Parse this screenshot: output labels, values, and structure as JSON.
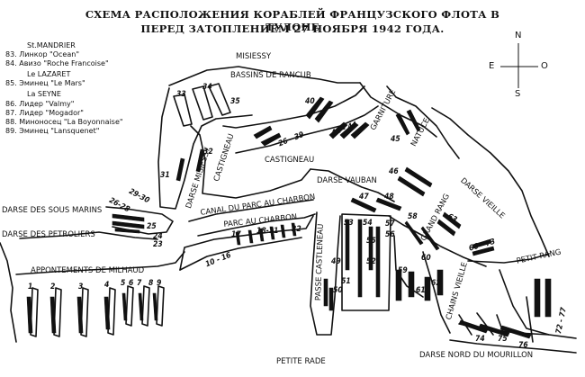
{
  "title": {
    "line1": "СХЕМА РАСПОЛОЖЕНИЯ КОРАБЛЕЙ ФРАНЦУЗСКОГО ФЛОТА В ТУЛОНЕ",
    "line2": "ПЕРЕД ЗАТОПЛЕНИЕМ 27 НОЯБРЯ 1942 ГОДА."
  },
  "legend": {
    "groups": [
      {
        "header": "St.MANDRIER",
        "items": [
          "83. Линкор \"Ocean\"",
          "84. Авизо \"Roche Francoise\""
        ]
      },
      {
        "header": "Le LAZARET",
        "items": [
          "85. Эминец \"Le Mars\""
        ]
      },
      {
        "header": "La SEYNE",
        "items": [
          "86. Лидер \"Valmy\"",
          "87. Лидер \"Mogador\"",
          "88. Миноносец \"La Boyonnaise\"",
          "89. Эминец \"Lansquenet\""
        ]
      }
    ]
  },
  "compass": {
    "north": "N",
    "south": "S",
    "east": "E",
    "west": "O"
  },
  "places": {
    "misiessy": "MISIESSY",
    "bassins": "BASSINS DE RANCUB",
    "garniture": "GARNITURE",
    "natuce": "NATUCE",
    "castigneau_v": "CASTIGNEAU",
    "castigneau_h": "CASTIGNEAU",
    "darse_misiessy": "DARSE MISIESSY",
    "darse_vauban": "DARSE VAUBAN",
    "darse_vieille": "DARSE VIEILLE",
    "sous_marins": "DARSE DES SOUS MARINS",
    "petroliers": "DARSE DES PETROLIERS",
    "canal": "CANAL DU PARC AU CHARBON",
    "parc": "PARC AU CHARBON",
    "grand_rang": "GRAND RANG",
    "petit_rang": "PETIT RANG",
    "milhaud": "APPONTEMENTS DE MILHAUD",
    "castleneau": "PASSE CASTLENEAU",
    "chains": "CHAINS VIEILLE",
    "petite_rade": "PETITE RADE",
    "mourillon": "DARSE NORD DU MOURILLON"
  },
  "ship_numbers": {
    "n33": "33",
    "n34": "34",
    "n35": "35",
    "n31": "31",
    "n32": "32",
    "n40": "40",
    "n26_39": "26 - 39",
    "n41_44": "41 - 44",
    "n45": "45",
    "n46": "46",
    "n26_28": "26-28",
    "n29_30": "29-30",
    "n25": "25",
    "n24": "24",
    "n23": "23",
    "n47": "47",
    "n48": "48",
    "n17": "17",
    "n18_21": "18-21",
    "n22": "22",
    "n10_16": "10 - 16",
    "n53": "53",
    "n54": "54",
    "n55": "55",
    "n52": "52",
    "n51": "51",
    "n50": "50",
    "n49": "49",
    "n57": "57",
    "n56": "56",
    "n58": "58",
    "n59": "59",
    "n60": "60",
    "n61": "61",
    "n62": "62",
    "n63": "63",
    "n66_73": "66 - 73",
    "n1": "1",
    "n2": "2",
    "n3": "3",
    "n4": "4",
    "n5": "5",
    "n6": "6",
    "n7": "7",
    "n8": "8",
    "n9": "9",
    "n74": "74",
    "n75": "75",
    "n76": "76",
    "n72_77": "72 - 77"
  }
}
